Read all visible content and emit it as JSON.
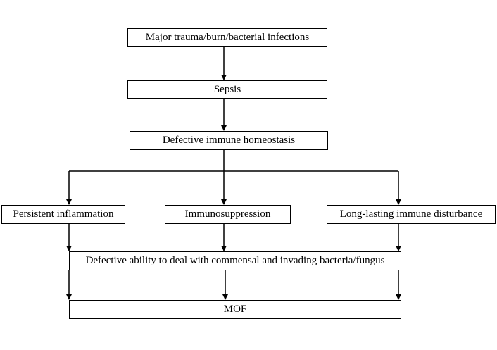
{
  "diagram": {
    "nodes": {
      "trauma": "Major trauma/burn/bacterial infections",
      "sepsis": "Sepsis",
      "immune_homeostasis": "Defective immune homeostasis",
      "persistent_inflammation": "Persistent inflammation",
      "immunosuppression": "Immunosuppression",
      "long_lasting": "Long-lasting immune disturbance",
      "defective_ability": "Defective ability to deal with commensal and invading bacteria/fungus",
      "mof": "MOF"
    },
    "edges": [
      [
        "trauma",
        "sepsis"
      ],
      [
        "sepsis",
        "immune_homeostasis"
      ],
      [
        "immune_homeostasis",
        "persistent_inflammation"
      ],
      [
        "immune_homeostasis",
        "immunosuppression"
      ],
      [
        "immune_homeostasis",
        "long_lasting"
      ],
      [
        "persistent_inflammation",
        "defective_ability"
      ],
      [
        "immunosuppression",
        "defective_ability"
      ],
      [
        "long_lasting",
        "defective_ability"
      ],
      [
        "defective_ability",
        "mof"
      ]
    ],
    "line_color": "#000000"
  }
}
